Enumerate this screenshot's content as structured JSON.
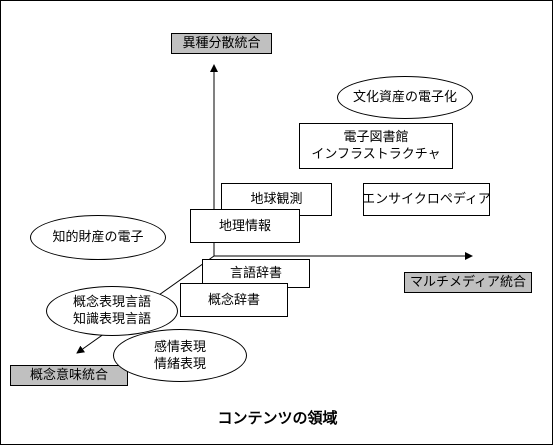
{
  "title": "コンテンツの領域",
  "axes": {
    "vertical": "異種分散統合",
    "horizontal": "マルチメディア統合",
    "diagonal": "概念意味統合"
  },
  "boxes": {
    "library_line1": "電子図書館",
    "library_line2": "インフラストラクチャ",
    "earth_observation": "地球観測",
    "encyclopedia": "エンサイクロペディア",
    "geo_info": "地理情報",
    "lang_dict": "言語辞書",
    "concept_dict": "概念辞書"
  },
  "ovals": {
    "culture": "文化資産の電子化",
    "ip": "知的財産の電子",
    "concept_line1": "概念表現言語",
    "concept_line2": "知識表現言語",
    "emotion_line1": "感情表現",
    "emotion_line2": "情緒表現"
  },
  "colors": {
    "axis_label_bg": "#c0c0c0",
    "line": "#000000"
  }
}
